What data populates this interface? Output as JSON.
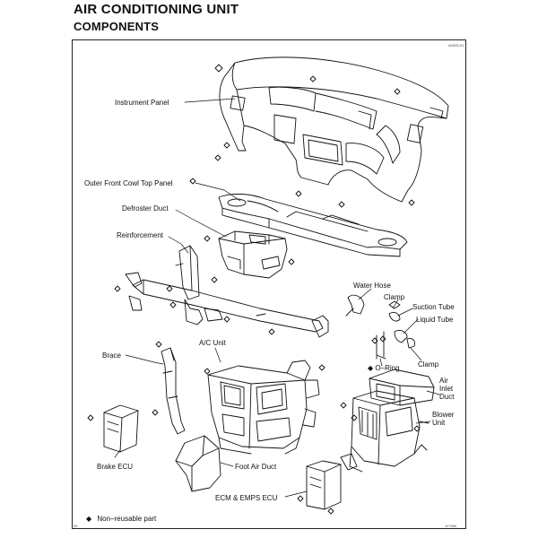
{
  "header": {
    "title": "AIR CONDITIONING UNIT",
    "subtitle": "COMPONENTS"
  },
  "callouts": {
    "instrument_panel": "Instrument Panel",
    "outer_front_cowl": "Outer Front Cowl Top Panel",
    "defroster_duct": "Defroster Duct",
    "reinforcement": "Reinforcement",
    "water_hose": "Water Hose",
    "clamp_upper": "Clamp",
    "suction_tube": "Suction Tube",
    "liquid_tube": "Liquid Tube",
    "ac_unit": "A/C Unit",
    "brace": "Brace",
    "o_ring": "O–Ring",
    "clamp_lower": "Clamp",
    "air_inlet_duct": "Air\nInlet\nDuct",
    "blower_unit": "Blower\nUnit",
    "brake_ecu": "Brake ECU",
    "foot_air_duct": "Foot Air Duct",
    "ecm_emps_ecu": "ECM & EMPS ECU"
  },
  "legend": {
    "symbol": "◆",
    "text": "Non–reusable part"
  },
  "footer": {
    "page_ref": "53",
    "figure_id": "117960",
    "corner_code": "A0005-01"
  }
}
